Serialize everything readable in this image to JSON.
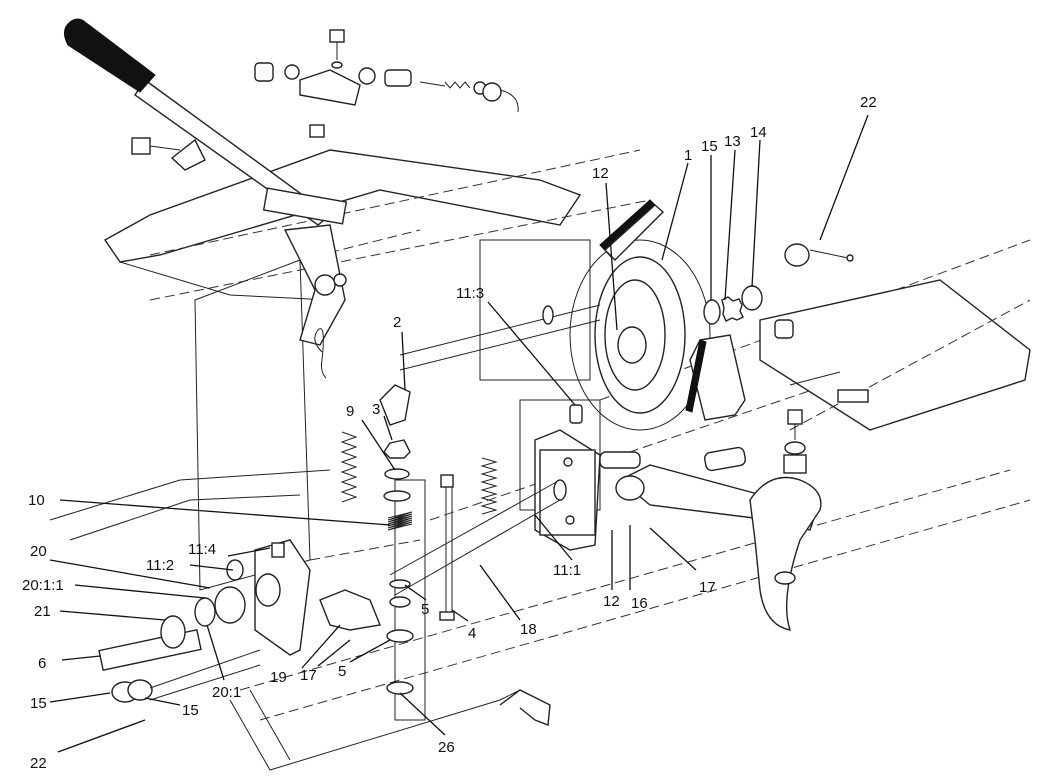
{
  "callouts": [
    {
      "id": "c1",
      "text": "1"
    },
    {
      "id": "c2",
      "text": "2"
    },
    {
      "id": "c3",
      "text": "3"
    },
    {
      "id": "c4",
      "text": "4"
    },
    {
      "id": "c5a",
      "text": "5"
    },
    {
      "id": "c5b",
      "text": "5"
    },
    {
      "id": "c6",
      "text": "6"
    },
    {
      "id": "c9",
      "text": "9"
    },
    {
      "id": "c10",
      "text": "10"
    },
    {
      "id": "c11_1",
      "text": "11:1"
    },
    {
      "id": "c11_2",
      "text": "11:2"
    },
    {
      "id": "c11_3",
      "text": "11:3"
    },
    {
      "id": "c11_4",
      "text": "11:4"
    },
    {
      "id": "c12a",
      "text": "12"
    },
    {
      "id": "c12b",
      "text": "12"
    },
    {
      "id": "c13",
      "text": "13"
    },
    {
      "id": "c14",
      "text": "14"
    },
    {
      "id": "c15a",
      "text": "15"
    },
    {
      "id": "c15b",
      "text": "15"
    },
    {
      "id": "c15c",
      "text": "15"
    },
    {
      "id": "c16",
      "text": "16"
    },
    {
      "id": "c17a",
      "text": "17"
    },
    {
      "id": "c17b",
      "text": "17"
    },
    {
      "id": "c18",
      "text": "18"
    },
    {
      "id": "c19",
      "text": "19"
    },
    {
      "id": "c20",
      "text": "20"
    },
    {
      "id": "c20_1",
      "text": "20:1"
    },
    {
      "id": "c20_1_1",
      "text": "20:1:1"
    },
    {
      "id": "c21",
      "text": "21"
    },
    {
      "id": "c22a",
      "text": "22"
    },
    {
      "id": "c22b",
      "text": "22"
    },
    {
      "id": "c26",
      "text": "26"
    }
  ]
}
